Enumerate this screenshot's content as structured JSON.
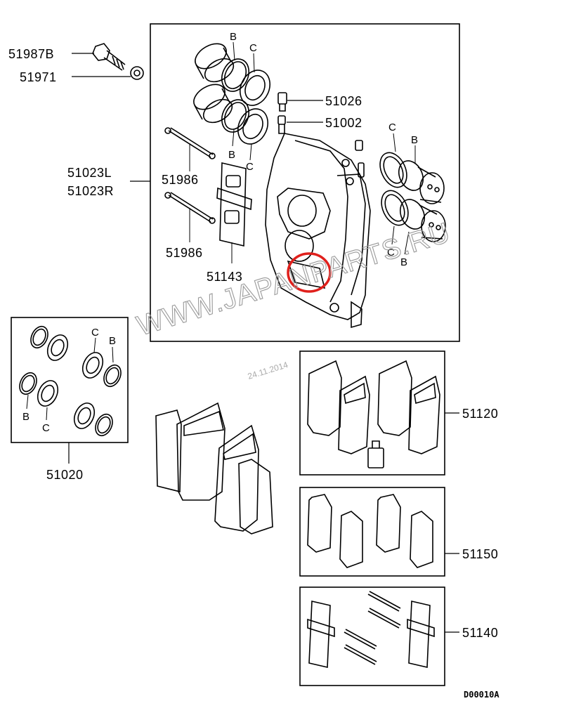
{
  "labels": {
    "p51987b": "51987B",
    "p51971": "51971",
    "p51026": "51026",
    "p51002": "51002",
    "p51023l": "51023L",
    "p51023r": "51023R",
    "p51986a": "51986",
    "p51986b": "51986",
    "p51143": "51143",
    "p51020": "51020",
    "p51120": "51120",
    "p51150": "51150",
    "p51140": "51140"
  },
  "callouts": {
    "b": "B",
    "c": "C"
  },
  "watermark": {
    "site": "WWW.JAPANPARTS.RU",
    "date": "24.11.2014"
  },
  "diagram_code": "D00010A",
  "colors": {
    "line": "#000000",
    "highlight": "#e0201c",
    "watermark": "#9a9a9a"
  }
}
